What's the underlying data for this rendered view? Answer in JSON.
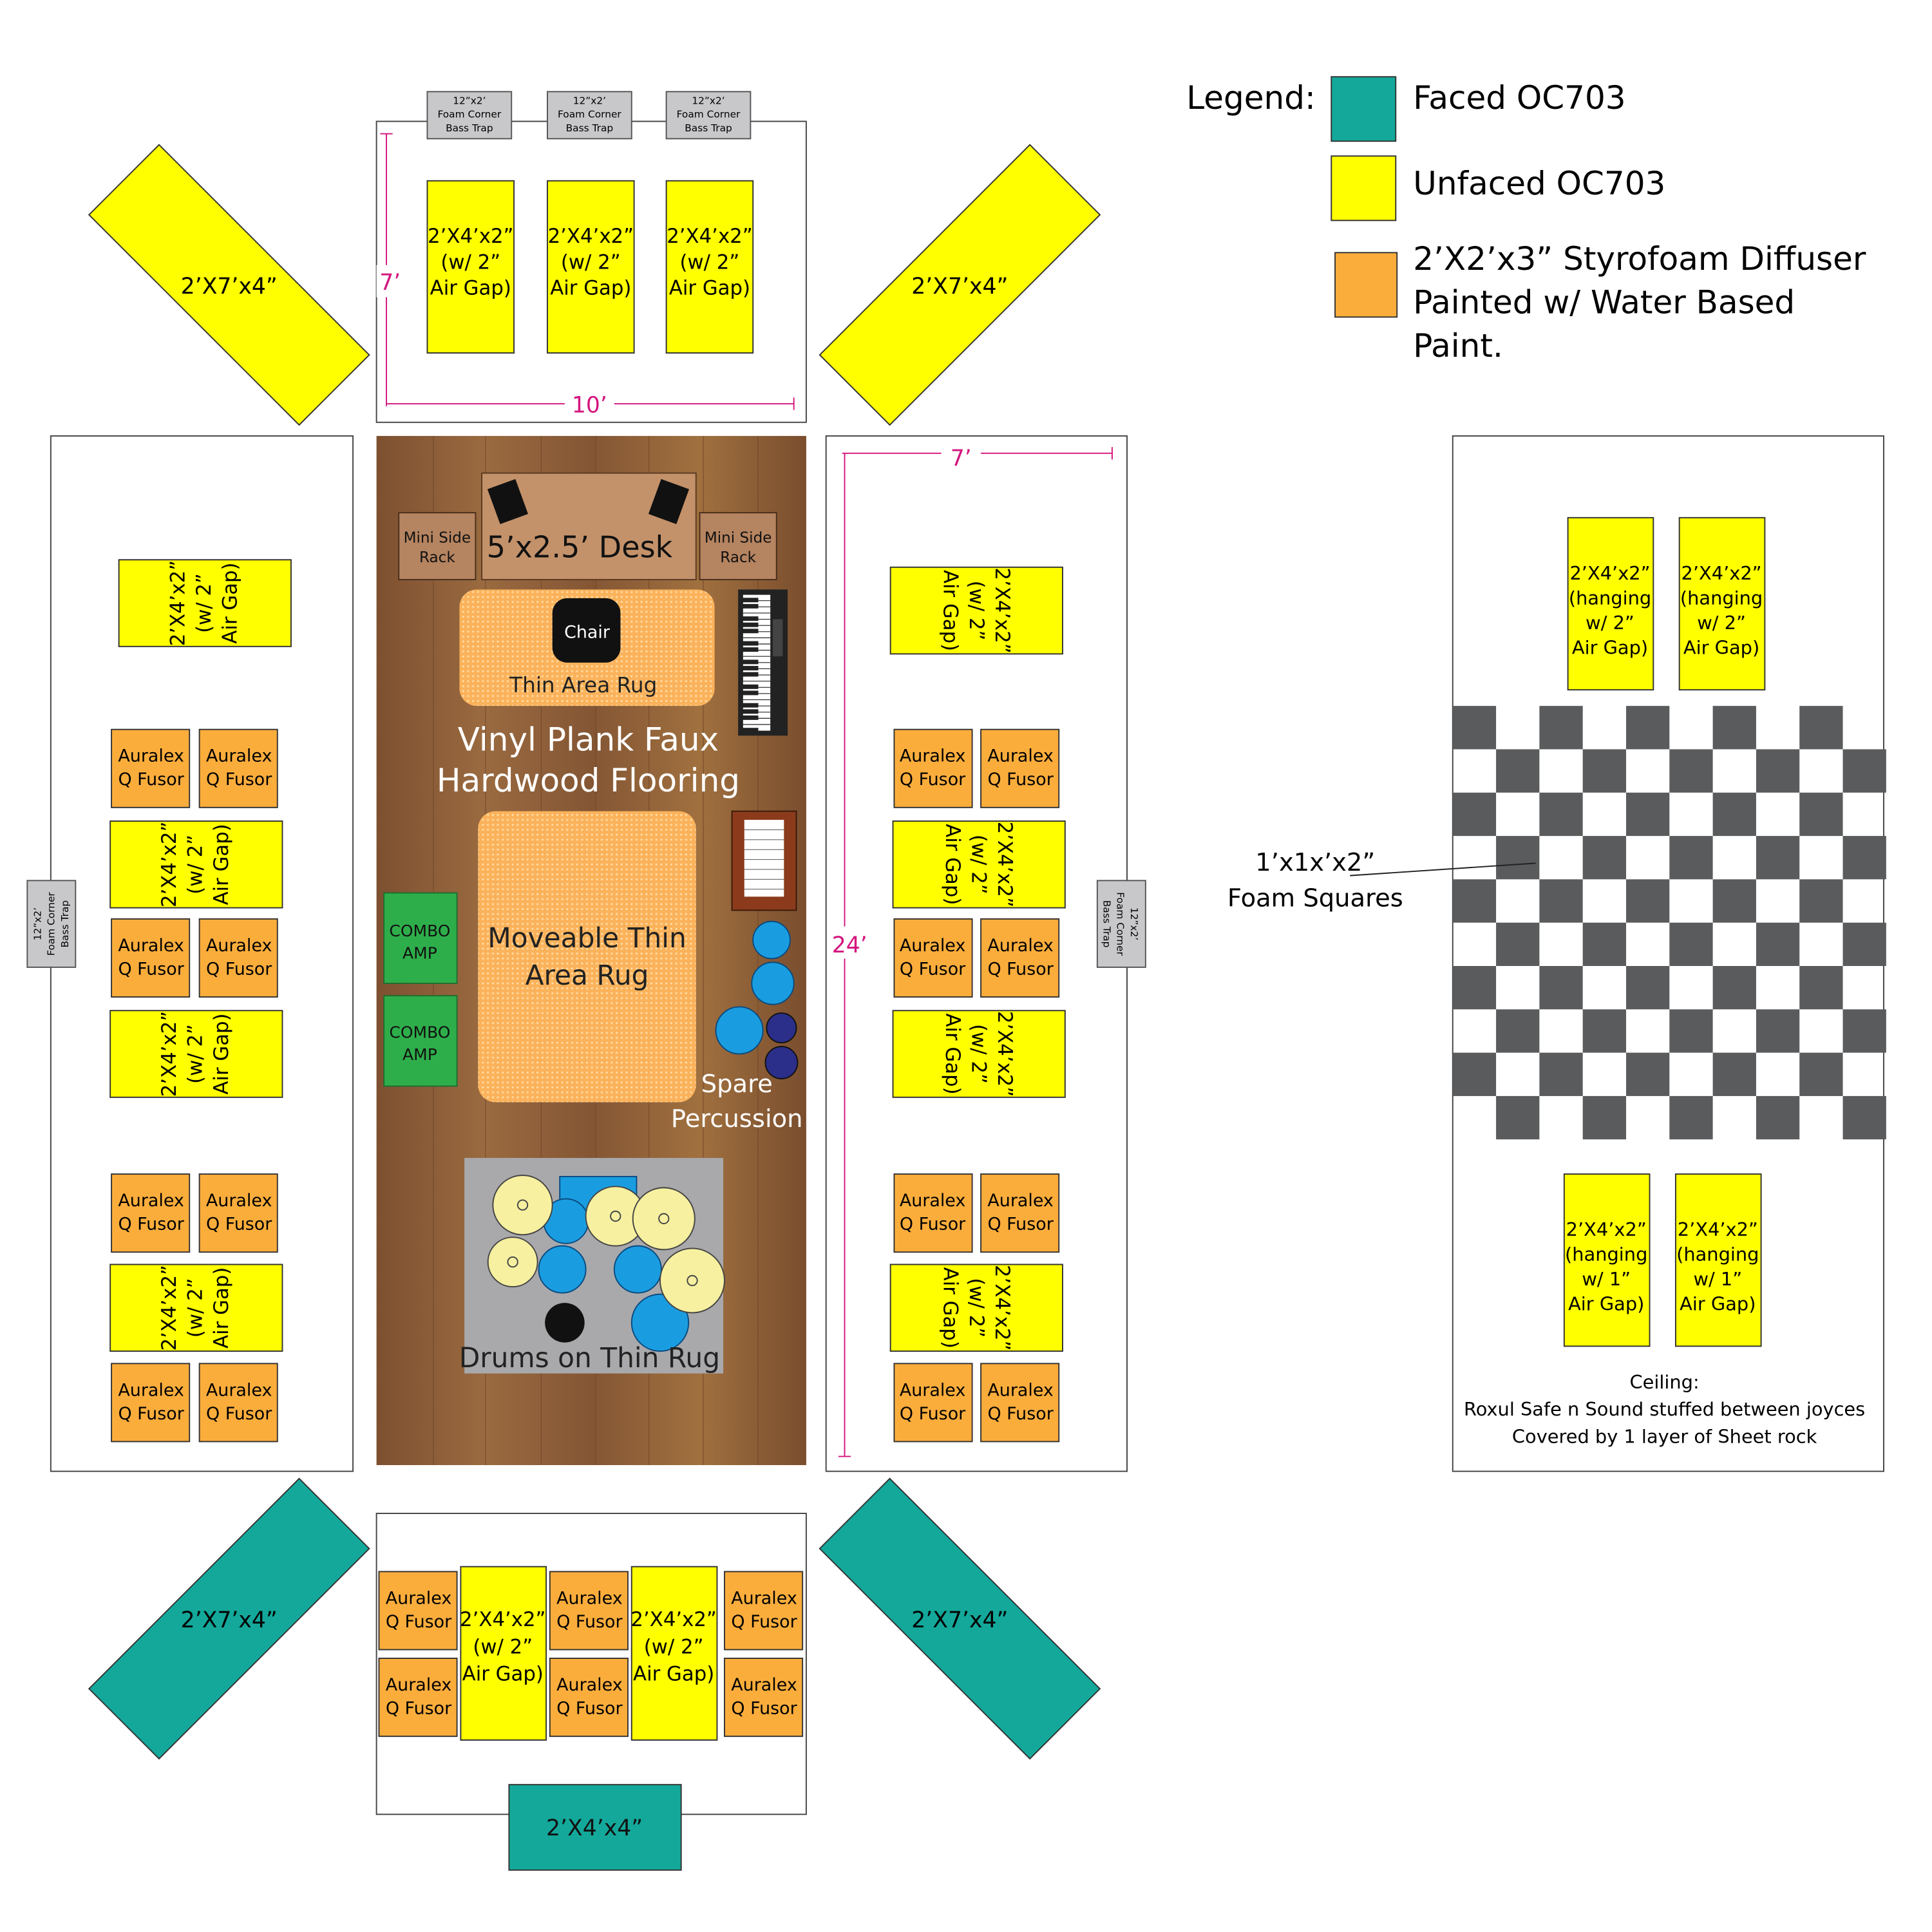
{
  "legend": {
    "title": "Legend:",
    "faced": "Faced OC703",
    "unfaced": "Unfaced OC703",
    "diffuser": [
      "2’X2’x3” Styrofoam Diffuser",
      "Painted w/ Water Based",
      "Paint."
    ]
  },
  "colors": {
    "faced": "#14a89b",
    "unfaced": "#ffff00",
    "diffuser": "#fbad3c",
    "trap": "#c8c8ca",
    "floor": "#8a5a34",
    "dimension": "#d4147e",
    "amp": "#2eae4a",
    "drum_blue": "#1a9de0",
    "cymbal": "#f6f0a0",
    "tile": "#5a5b5d"
  },
  "texts": {
    "bass_trap": [
      "12”x2’",
      "Foam Corner",
      "Bass Trap"
    ],
    "panel_2x4_2in_gap": [
      "2’X4’x2”",
      "(w/ 2”",
      "Air Gap)"
    ],
    "panel_2x7x4": "2’X7’x4”",
    "panel_2x4x4": "2’X4’x4”",
    "diffuser": [
      "Auralex",
      "Q Fusor"
    ],
    "hanging_2in": [
      "2’X4’x2”",
      "(hanging",
      "w/ 2”",
      "Air Gap)"
    ],
    "hanging_1in": [
      "2’X4’x2”",
      "(hanging",
      "w/ 1”",
      "Air Gap)"
    ]
  },
  "dimensions": {
    "front_depth": "7’",
    "front_width": "10’",
    "side_depth": "7’",
    "room_length": "24’"
  },
  "room": {
    "desk": "5’x2.5’ Desk",
    "side_rack": [
      "Mini Side",
      "Rack"
    ],
    "chair": "Chair",
    "thin_rug": "Thin Area Rug",
    "flooring": [
      "Vinyl Plank Faux",
      "Hardwood Flooring"
    ],
    "moveable_rug": [
      "Moveable Thin",
      "Area Rug"
    ],
    "amp": [
      "COMBO",
      "AMP"
    ],
    "percussion": [
      "Spare",
      "Percussion"
    ],
    "drums": "Drums on Thin Rug"
  },
  "ceiling": {
    "foam_label": [
      "1’x1x’x2”",
      "Foam Squares"
    ],
    "note": [
      "Ceiling:",
      "Roxul Safe n Sound stuffed between joyces",
      "Covered by 1 layer of Sheet rock"
    ]
  }
}
